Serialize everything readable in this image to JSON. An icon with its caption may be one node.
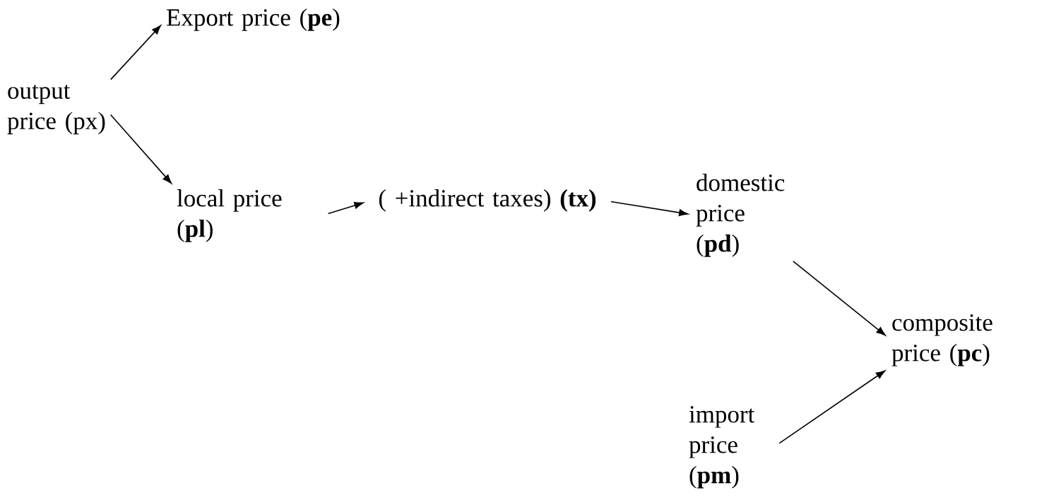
{
  "diagram": {
    "nodes": [
      {
        "text": [
          "output price (px)"
        ]
      },
      {
        "text": [
          "Export price (**pe**)"
        ]
      },
      {
        "text": [
          "local price (**pl**)"
        ]
      },
      {
        "text": [
          "( +indirect taxes) **(tx)**"
        ]
      },
      {
        "text": [
          "domestic price (**pd**)"
        ]
      },
      {
        "text": [
          "composite price (**pc**)"
        ]
      },
      {
        "text": [
          "import price (**pm**)"
        ]
      }
    ],
    "edges": [
      {
        "from": 0,
        "to": 1,
        "arrow": "to"
      },
      {
        "from": 0,
        "to": 2,
        "arrow": "to"
      },
      {
        "from": 2,
        "to": 3,
        "arrow": "to"
      },
      {
        "from": 3,
        "to": 4,
        "arrow": "to"
      },
      {
        "from": 4,
        "to": 5,
        "arrow": "to"
      },
      {
        "from": 6,
        "to": 5,
        "arrow": "to"
      }
    ]
  }
}
